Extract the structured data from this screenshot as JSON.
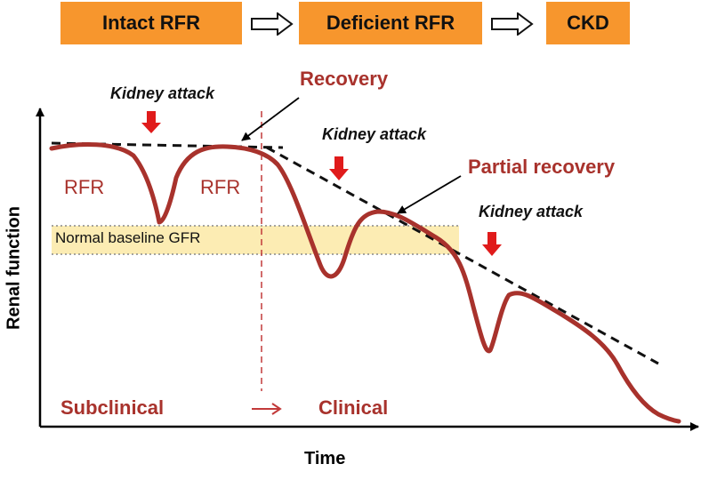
{
  "stages": {
    "intact": "Intact RFR",
    "deficient": "Deficient RFR",
    "ckd": "CKD"
  },
  "annotations": {
    "kidney_attack_1": "Kidney attack",
    "kidney_attack_2": "Kidney attack",
    "kidney_attack_3": "Kidney attack",
    "recovery": "Recovery",
    "partial_recovery": "Partial recovery",
    "rfr_left": "RFR",
    "rfr_right": "RFR",
    "baseline": "Normal baseline GFR",
    "subclinical": "Subclinical",
    "clinical": "Clinical"
  },
  "axes": {
    "x_label": "Time",
    "y_label": "Renal function"
  },
  "colors": {
    "stage_box": "#f7962d",
    "curve": "#a8322c",
    "attack_arrow": "#e01b1b",
    "label_red": "#a8322c",
    "baseline_band": "#fbe9a6"
  }
}
